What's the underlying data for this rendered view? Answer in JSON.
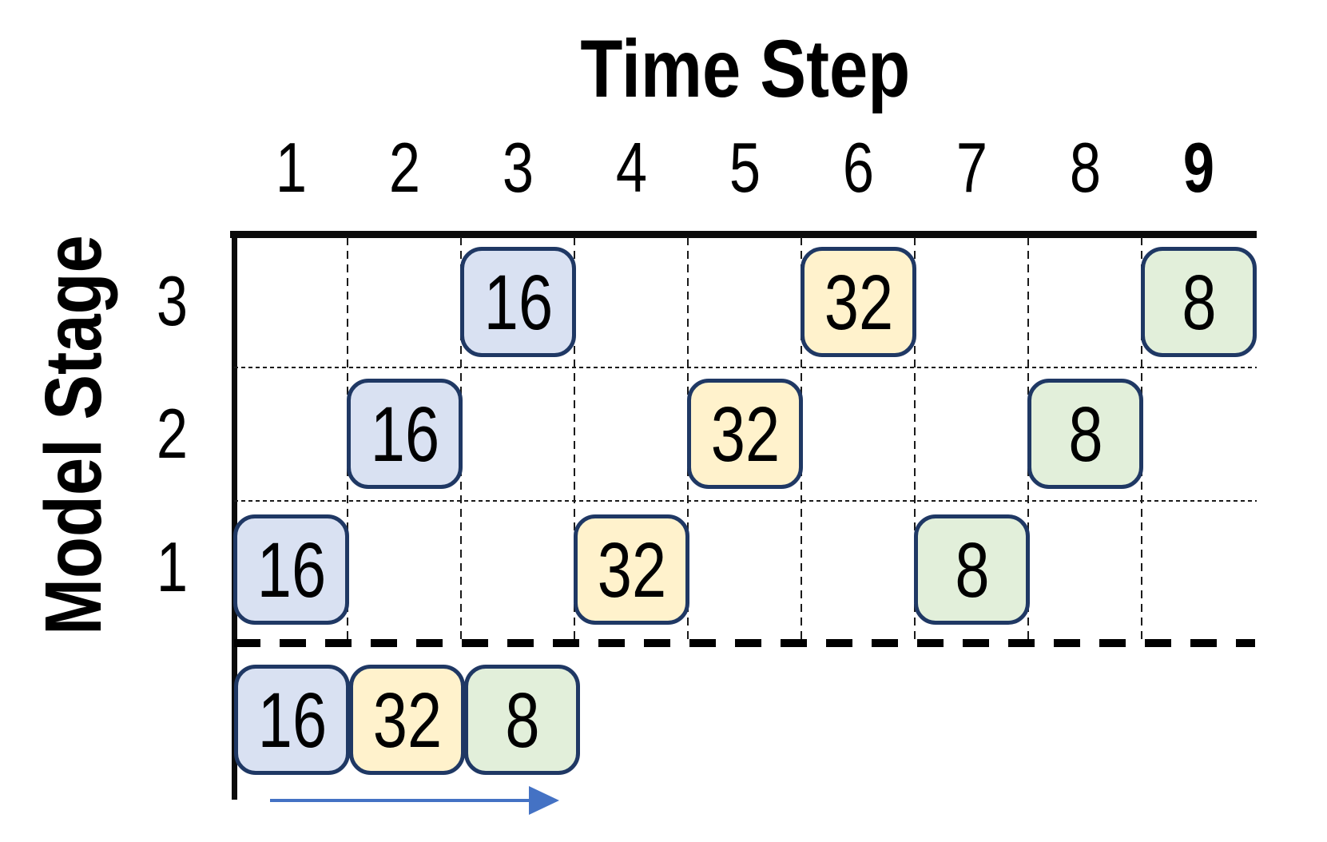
{
  "title": "Time Step",
  "y_axis": {
    "label": "Model Stage"
  },
  "x_axis": {
    "ticks": [
      {
        "label": "1",
        "bold": false
      },
      {
        "label": "2",
        "bold": false
      },
      {
        "label": "3",
        "bold": false
      },
      {
        "label": "4",
        "bold": false
      },
      {
        "label": "5",
        "bold": false
      },
      {
        "label": "6",
        "bold": false
      },
      {
        "label": "7",
        "bold": false
      },
      {
        "label": "8",
        "bold": false
      },
      {
        "label": "9",
        "bold": true
      }
    ]
  },
  "stage_labels": [
    {
      "label": "3"
    },
    {
      "label": "2"
    },
    {
      "label": "1"
    }
  ],
  "palette": {
    "blue": {
      "fill": "#D9E1F2",
      "border": "#1F3864"
    },
    "yellow": {
      "fill": "#FFF2CC",
      "border": "#1F3864"
    },
    "green": {
      "fill": "#E2EFDA",
      "border": "#1F3864"
    }
  },
  "schedule": {
    "boxes": [
      {
        "stage": "3",
        "time": "3",
        "value": "16",
        "color": "blue"
      },
      {
        "stage": "3",
        "time": "6",
        "value": "32",
        "color": "yellow"
      },
      {
        "stage": "3",
        "time": "9",
        "value": "8",
        "color": "green"
      },
      {
        "stage": "2",
        "time": "2",
        "value": "16",
        "color": "blue"
      },
      {
        "stage": "2",
        "time": "5",
        "value": "32",
        "color": "yellow"
      },
      {
        "stage": "2",
        "time": "8",
        "value": "8",
        "color": "green"
      },
      {
        "stage": "1",
        "time": "1",
        "value": "16",
        "color": "blue"
      },
      {
        "stage": "1",
        "time": "4",
        "value": "32",
        "color": "yellow"
      },
      {
        "stage": "1",
        "time": "7",
        "value": "8",
        "color": "green"
      }
    ]
  },
  "batch_row": {
    "boxes": [
      {
        "value": "16",
        "color": "blue"
      },
      {
        "value": "32",
        "color": "yellow"
      },
      {
        "value": "8",
        "color": "green"
      }
    ]
  },
  "arrow": {
    "color": "#4472C4"
  }
}
